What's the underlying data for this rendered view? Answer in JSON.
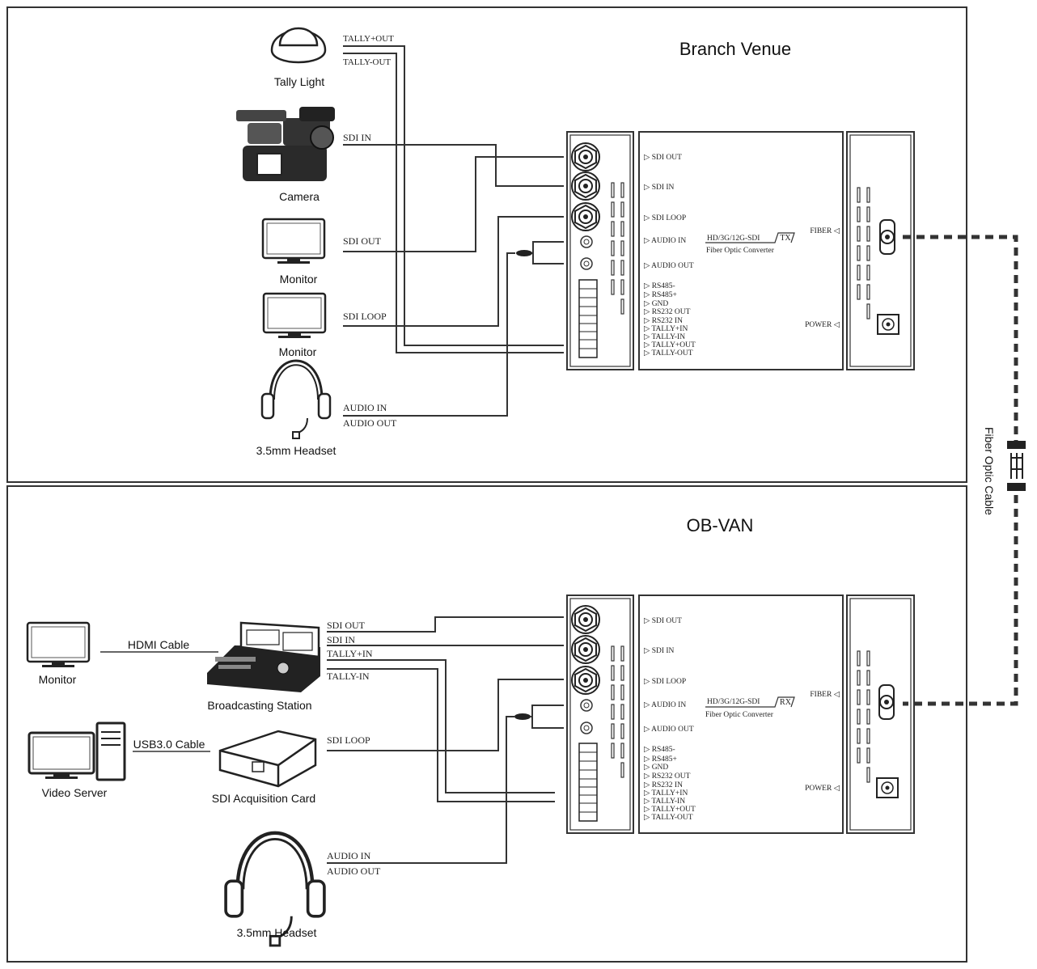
{
  "branch": {
    "title": "Branch Venue",
    "devices": {
      "tally_light": "Tally Light",
      "camera": "Camera",
      "monitor1": "Monitor",
      "monitor2": "Monitor",
      "headset": "3.5mm Headset"
    },
    "wires": {
      "tally_plus_out": "TALLY+OUT",
      "tally_minus_out": "TALLY-OUT",
      "sdi_in": "SDI IN",
      "sdi_out": "SDI OUT",
      "sdi_loop": "SDI LOOP",
      "audio_in": "AUDIO IN",
      "audio_out": "AUDIO OUT"
    },
    "panel": {
      "ports": [
        "SDI OUT",
        "SDI IN",
        "SDI LOOP",
        "AUDIO IN",
        "AUDIO OUT"
      ],
      "terminals": [
        "RS485-",
        "RS485+",
        "GND",
        "RS232 OUT",
        "RS232 IN",
        "TALLY+IN",
        "TALLY-IN",
        "TALLY+OUT",
        "TALLY-OUT"
      ],
      "spec": "HD/3G/12G-SDI",
      "mode": "TX",
      "name": "Fiber Optic Converter",
      "fiber": "FIBER",
      "power": "POWER"
    }
  },
  "obvan": {
    "title": "OB-VAN",
    "devices": {
      "monitor": "Monitor",
      "hdmi_cable": "HDMI Cable",
      "broadcasting_station": "Broadcasting Station",
      "video_server": "Video Server",
      "usb_cable": "USB3.0 Cable",
      "sdi_card": "SDI Acquisition Card",
      "headset": "3.5mm Headset"
    },
    "wires": {
      "sdi_out": "SDI OUT",
      "sdi_in": "SDI IN",
      "tally_plus_in": "TALLY+IN",
      "tally_minus_in": "TALLY-IN",
      "sdi_loop": "SDI LOOP",
      "audio_in": "AUDIO IN",
      "audio_out": "AUDIO OUT"
    },
    "panel": {
      "ports": [
        "SDI OUT",
        "SDI IN",
        "SDI LOOP",
        "AUDIO IN",
        "AUDIO OUT"
      ],
      "terminals": [
        "RS485-",
        "RS485+",
        "GND",
        "RS232 OUT",
        "RS232 IN",
        "TALLY+IN",
        "TALLY-IN",
        "TALLY+OUT",
        "TALLY-OUT"
      ],
      "spec": "HD/3G/12G-SDI",
      "mode": "RX",
      "name": "Fiber Optic Converter",
      "fiber": "FIBER",
      "power": "POWER"
    }
  },
  "fiber_cable": "Fiber Optic Cable"
}
